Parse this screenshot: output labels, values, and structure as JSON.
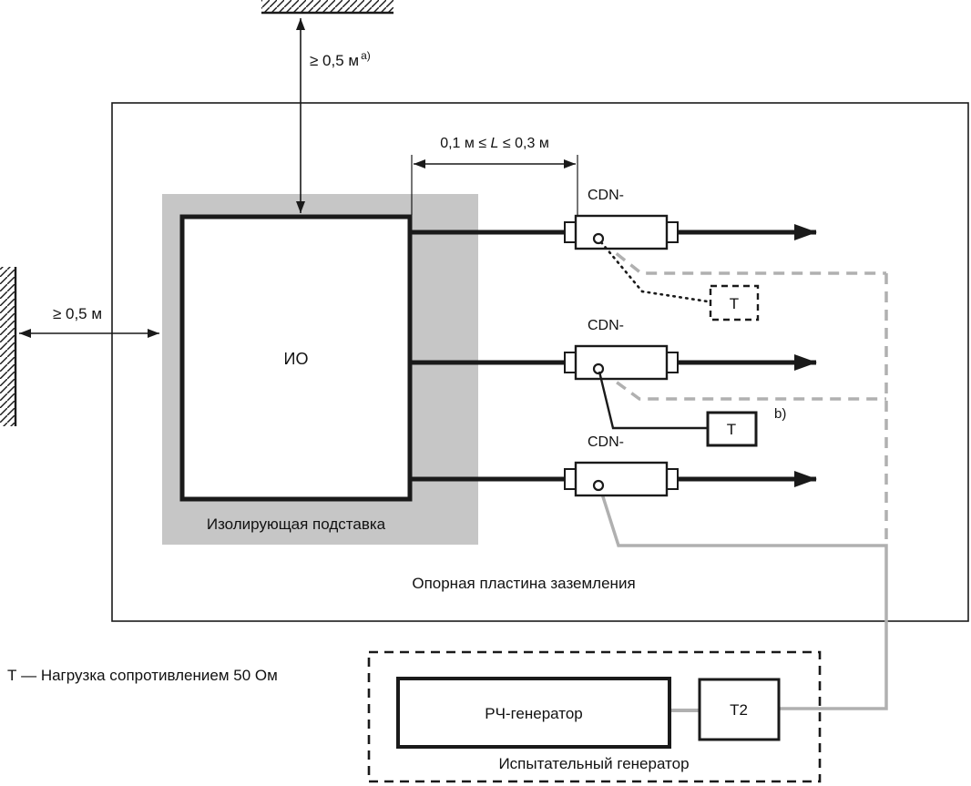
{
  "labels": {
    "top_clearance": "≥ 0,5 м",
    "top_clearance_note": "a)",
    "left_clearance": "≥ 0,5 м",
    "cable_length_pre": "0,1 м ≤ ",
    "cable_length_var": "L",
    "cable_length_post": " ≤ 0,3 м",
    "eut": "ИО",
    "insulating_support": "Изолирующая подставка",
    "ground_plane": "Опорная пластина заземления",
    "cdn": "CDN-",
    "load": "Т",
    "note_b": "b)",
    "legend": "Т — Нагрузка сопротивлением 50 Ом",
    "rf_generator": "РЧ-генератор",
    "t2": "Т2",
    "test_generator": "Испытательный генератор"
  },
  "colors": {
    "line_black": "#1a1a1a",
    "gray_fill": "#c6c6c6",
    "gray_line": "#b0b0b0"
  }
}
